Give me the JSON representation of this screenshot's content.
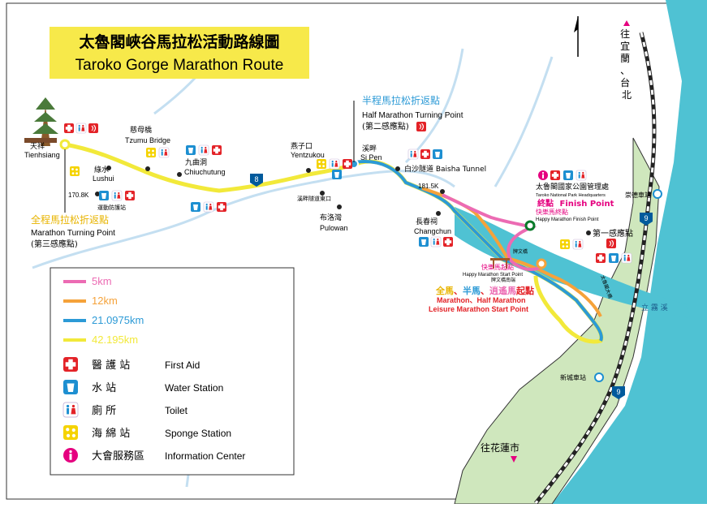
{
  "title": {
    "zh": "太魯閣峽谷馬拉松活動路線圖",
    "en": "Taroko Gorge Marathon Route"
  },
  "directions": {
    "north": "往宜蘭、台北",
    "south": "往花蓮市"
  },
  "places": {
    "tienhsiang_zh": "天祥",
    "tienhsiang_en": "Tienhsiang",
    "lushui_zh": "綠水",
    "lushui_en": "Lushui",
    "lushui_station": "運動防護站",
    "tzumu_zh": "慈母橋",
    "tzumu_en": "Tzumu Bridge",
    "chiuchutung_zh": "九曲洞",
    "chiuchutung_en": "Chiuchutung",
    "yentzukou_zh": "燕子口",
    "yentzukou_en": "Yentzukou",
    "sipen_zh": "溪畔",
    "sipen_en": "Si Pen",
    "sipen_tunnel": "溪畔隧道東口",
    "pulowan_zh": "布洛灣",
    "pulowan_en": "Pulowan",
    "baisha": "白沙隧道  Baisha Tunnel",
    "changchun_zh": "長春祠",
    "changchun_en": "Changchun",
    "hq_zh": "太魯閣國家公園管理處",
    "hq_en": "Taroko National Park Headquarters",
    "chongde": "崇德車站",
    "xincheng": "新城車站",
    "taroko_bridge": "太魯閣大橋",
    "liwu": "立 霧 溪",
    "gate": "牌文橋",
    "gate_south": "牌文橋南端"
  },
  "distance_markers": {
    "km170": "170.8K",
    "km181": "181.5K"
  },
  "highway_badges": {
    "h8": "8",
    "h9a": "9",
    "h9b": "9"
  },
  "half_turn": {
    "zh": "半程馬拉松折返點",
    "en": "Half Marathon Turning Point",
    "sub": "(第二感應點)"
  },
  "full_turn": {
    "zh": "全程馬拉松折返點",
    "en": "Marathon Turning Point",
    "sub": "(第三感應點)"
  },
  "first_checkpoint": "第一感應點",
  "finish": {
    "zh_a": "終點",
    "en": "Finish Point",
    "happy_zh": "快樂馬終點",
    "happy_en": "Happy Marathon Finish Point"
  },
  "happy_start": {
    "zh": "快樂馬起點",
    "en": "Happy Marathon Start Point"
  },
  "start": {
    "zh_a": "全馬",
    "sep1": "、",
    "zh_b": "半馬",
    "sep2": "、",
    "zh_c": "逍遙馬",
    "zh_d": "起點",
    "en1": "Marathon、Half Marathon",
    "en2": "Leisure Marathon Start Point"
  },
  "legend": {
    "routes": [
      {
        "label": "5km",
        "color": "#ec6bb3"
      },
      {
        "label": "12km",
        "color": "#f5a23a"
      },
      {
        "label": "21.0975km",
        "color": "#2c9ad6"
      },
      {
        "label": "42.195km",
        "color": "#f2e93a"
      }
    ],
    "facilities": [
      {
        "icon": "first-aid-icon",
        "zh": "醫 護 站",
        "en": "First Aid"
      },
      {
        "icon": "water-station-icon",
        "zh": "水 站",
        "en": "Water Station"
      },
      {
        "icon": "toilet-icon",
        "zh": "廁 所",
        "en": "Toilet"
      },
      {
        "icon": "sponge-station-icon",
        "zh": "海 綿 站",
        "en": "Sponge Station"
      },
      {
        "icon": "information-center-icon",
        "zh": "大會服務區",
        "en": "Information Center"
      }
    ]
  },
  "colors": {
    "sea": "#4fc2d3",
    "land": "#cfe7bd",
    "river": "#c4dff1",
    "rail": "#222222",
    "first_aid": "#e32227",
    "water": "#1d8fd1",
    "sponge": "#f5d300",
    "info": "#e5007f"
  }
}
